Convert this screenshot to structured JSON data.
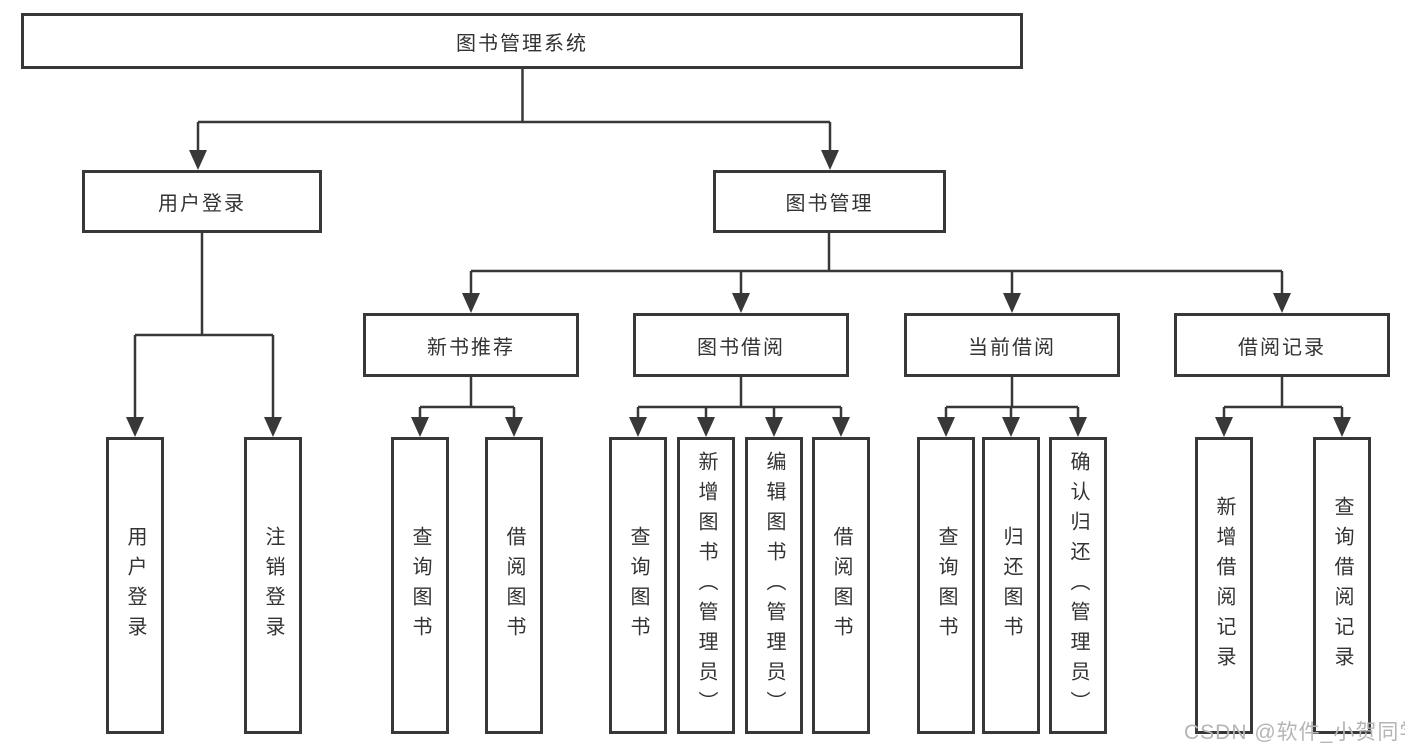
{
  "diagram": {
    "root": {
      "label": "图书管理系统"
    },
    "branches": [
      {
        "label": "用户登录",
        "children": [
          {
            "label": "用户登录"
          },
          {
            "label": "注销登录"
          }
        ]
      },
      {
        "label": "图书管理",
        "children": [
          {
            "label": "新书推荐",
            "children": [
              {
                "label": "查询图书"
              },
              {
                "label": "借阅图书"
              }
            ]
          },
          {
            "label": "图书借阅",
            "children": [
              {
                "label": "查询图书"
              },
              {
                "label": "新增图书（管理员）"
              },
              {
                "label": "编辑图书（管理员）"
              },
              {
                "label": "借阅图书"
              }
            ]
          },
          {
            "label": "当前借阅",
            "children": [
              {
                "label": "查询图书"
              },
              {
                "label": "归还图书"
              },
              {
                "label": "确认归还（管理员）"
              }
            ]
          },
          {
            "label": "借阅记录",
            "children": [
              {
                "label": "新增借阅记录"
              },
              {
                "label": "查询借阅记录"
              }
            ]
          }
        ]
      }
    ]
  },
  "watermark": {
    "text": "CSDN @软件_小贺同学"
  },
  "colors": {
    "line": "#383838",
    "box_border": "#383838",
    "text": "#333333",
    "watermark": "#b5b5b5",
    "background": "#ffffff"
  }
}
